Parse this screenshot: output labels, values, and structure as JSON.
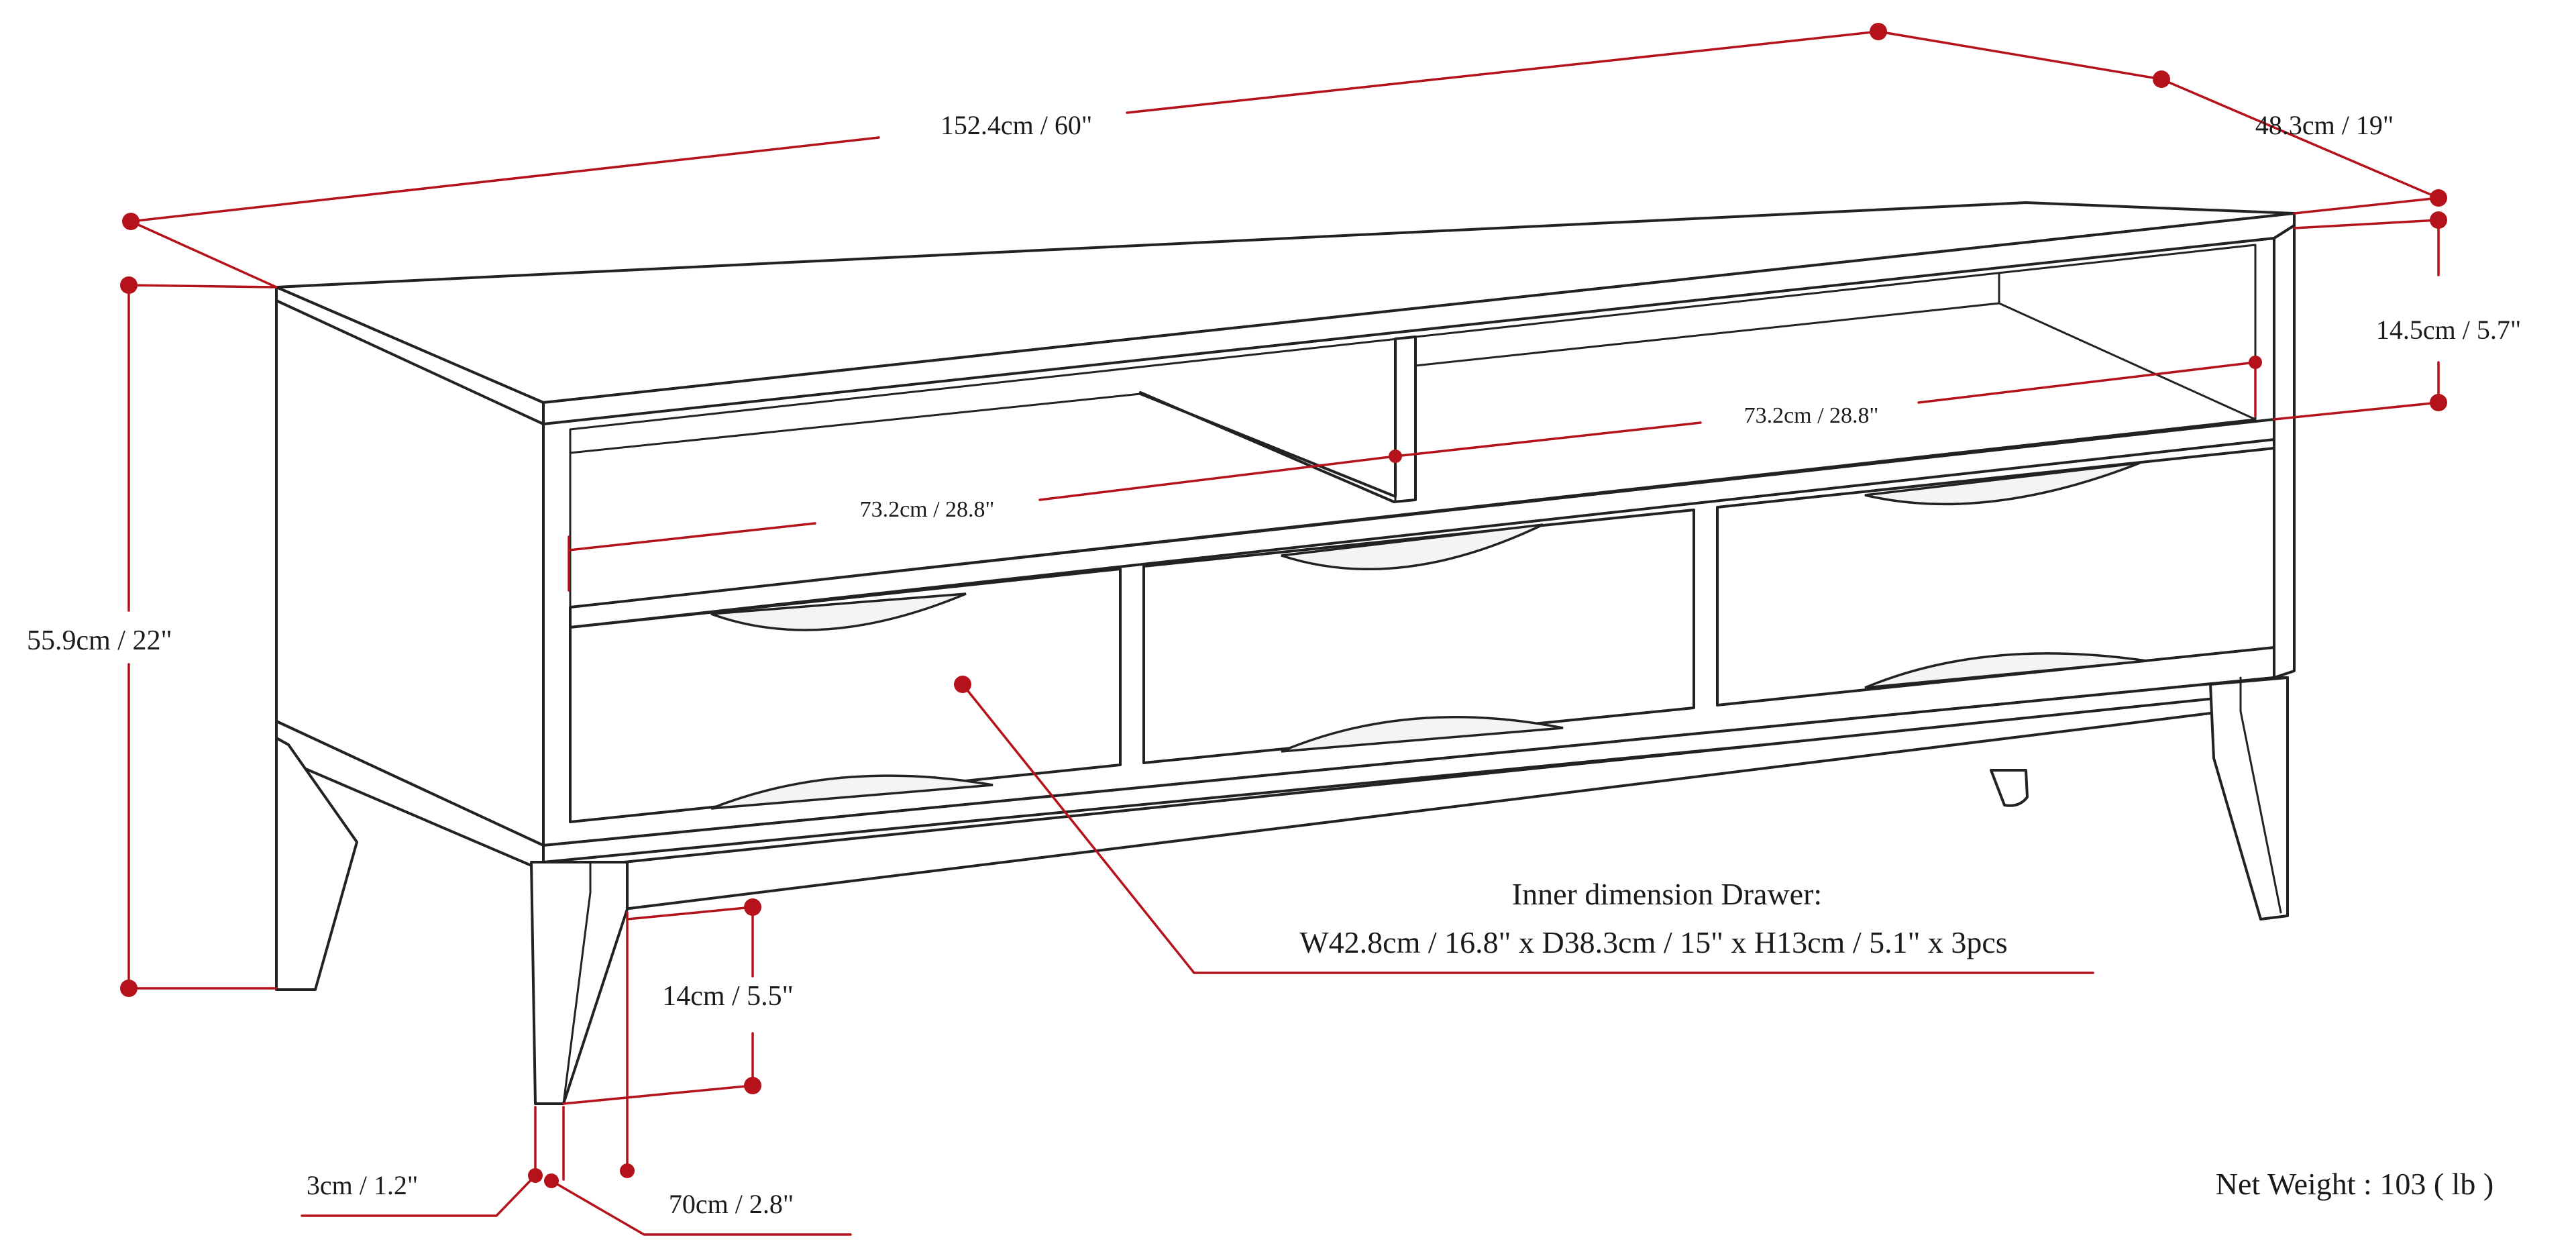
{
  "colors": {
    "dimension_accent": "#b5121b",
    "outline": "#222222",
    "background": "#ffffff"
  },
  "dimensions": {
    "overall_width": "152.4cm / 60\"",
    "depth": "48.3cm / 19\"",
    "overall_height": "55.9cm / 22\"",
    "shelf_opening_height": "14.5cm / 5.7\"",
    "left_shelf_width": "73.2cm / 28.8\"",
    "right_shelf_width": "73.2cm / 28.8\"",
    "leg_height": "14cm / 5.5\"",
    "leg_thickness": "3cm / 1.2\"",
    "leg_width": "70cm / 2.8\""
  },
  "drawer_note": {
    "title": "Inner dimension Drawer:",
    "detail": "W42.8cm / 16.8\" x D38.3cm / 15\" x H13cm / 5.1\" x 3pcs"
  },
  "net_weight": "Net Weight : 103 ( lb )"
}
